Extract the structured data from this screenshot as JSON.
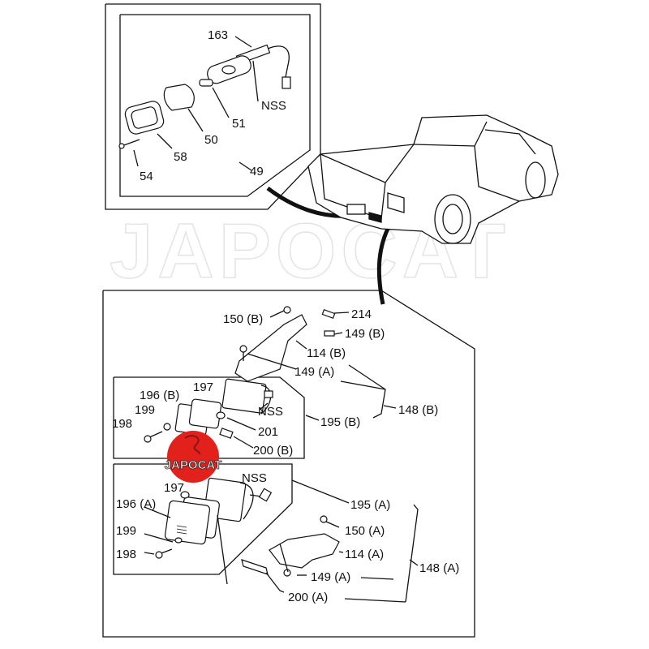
{
  "watermark": "JAPOCAT",
  "logo_text": "JAPOCAT",
  "colors": {
    "logo_red": "#e3211c",
    "line": "#111111"
  },
  "top_inset": {
    "labels": [
      "163",
      "NSS",
      "51",
      "50",
      "58",
      "54",
      "49"
    ]
  },
  "lower_assembly": {
    "labels": [
      "150 (B)",
      "214",
      "149 (B)",
      "114 (B)",
      "149 (A)",
      "148 (B)",
      "196 (B)",
      "197",
      "199",
      "198",
      "NSS",
      "201",
      "195 (B)",
      "200 (B)",
      "197",
      "NSS",
      "196 (A)",
      "195 (A)",
      "199",
      "150 (A)",
      "198",
      "114 (A)",
      "148 (A)",
      "149 (A)",
      "200 (A)"
    ]
  }
}
